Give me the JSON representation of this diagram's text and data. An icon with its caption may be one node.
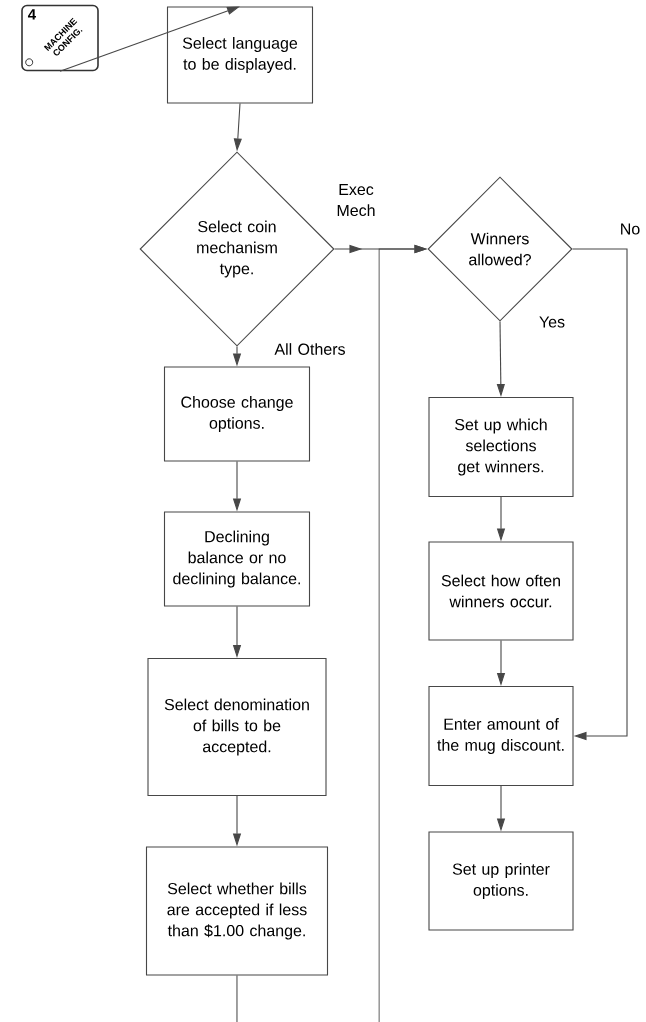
{
  "diagram": {
    "nodes": [
      {
        "text": [
          "4",
          "MACHINE CONFIG."
        ]
      },
      {
        "text": [
          "Select language to be displayed."
        ]
      },
      {
        "text": [
          "Select coin mechanism type."
        ]
      },
      {
        "text": [
          "Choose change options."
        ]
      },
      {
        "text": [
          "Declining balance or no declining balance."
        ]
      },
      {
        "text": [
          "Select denomination of bills to be accepted."
        ]
      },
      {
        "text": [
          "Select whether bills are accepted if less than $1.00 change."
        ]
      },
      {
        "text": [
          "Winners allowed?"
        ]
      },
      {
        "text": [
          "Set up which selections get winners."
        ]
      },
      {
        "text": [
          "Select how often winners occur."
        ]
      },
      {
        "text": [
          "Enter amount of the mug discount."
        ]
      },
      {
        "text": [
          "Set up printer options."
        ]
      }
    ],
    "edges": [
      {
        "from": 0,
        "to": 1,
        "arrow": "to"
      },
      {
        "from": 1,
        "to": 2,
        "arrow": "to"
      },
      {
        "from": 2,
        "to": 7,
        "arrow": "to",
        "label": "Exec Mech"
      },
      {
        "from": 2,
        "to": 3,
        "arrow": "to",
        "label": "All Others"
      },
      {
        "from": 3,
        "to": 4,
        "arrow": "to"
      },
      {
        "from": 4,
        "to": 5,
        "arrow": "to"
      },
      {
        "from": 5,
        "to": 6,
        "arrow": "to"
      },
      {
        "from": 6,
        "to": null,
        "arrow": "none"
      },
      {
        "from": null,
        "to": 7,
        "arrow": "to"
      },
      {
        "from": 7,
        "to": 8,
        "arrow": "to",
        "label": "Yes"
      },
      {
        "from": 7,
        "to": 10,
        "arrow": "to",
        "label": "No"
      },
      {
        "from": 8,
        "to": 9,
        "arrow": "to"
      },
      {
        "from": 9,
        "to": 10,
        "arrow": "to"
      },
      {
        "from": 10,
        "to": 11,
        "arrow": "to"
      }
    ]
  }
}
